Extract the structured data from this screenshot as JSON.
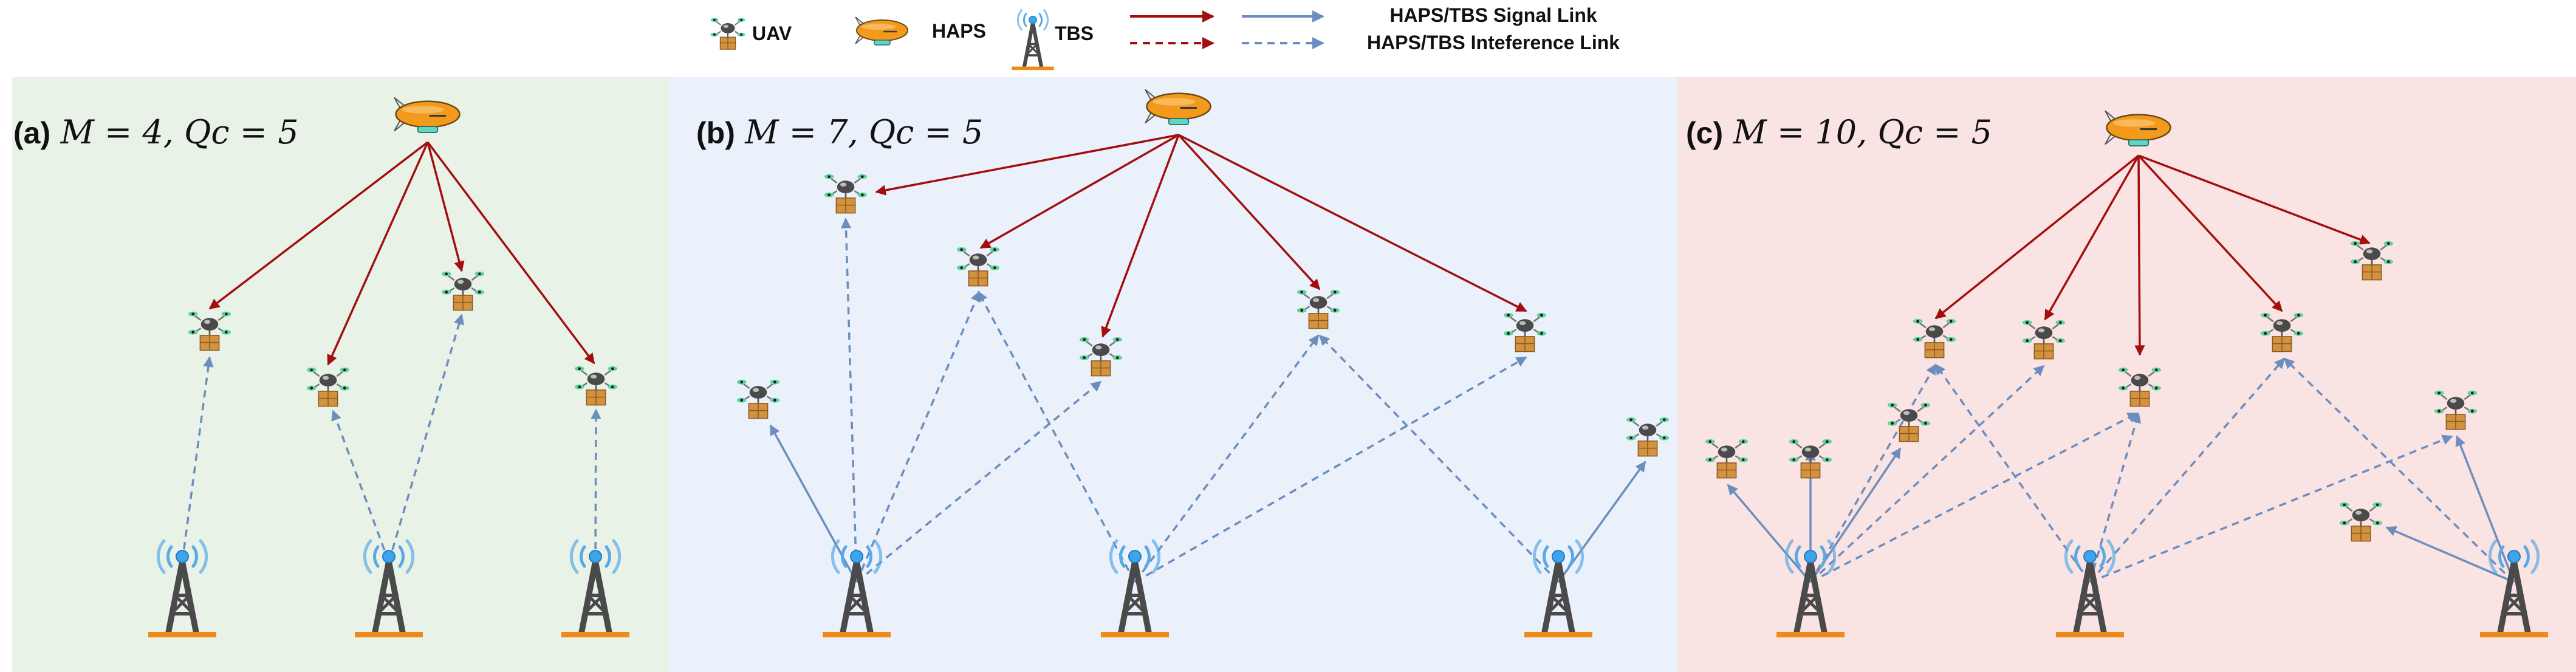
{
  "legend": {
    "uav_label": "UAV",
    "haps_label": "HAPS",
    "tbs_label": "TBS",
    "signal_link_label": "HAPS/TBS Signal Link",
    "interference_link_label": "HAPS/TBS Inteference Link"
  },
  "panels": [
    {
      "id": "(a)",
      "equation": "M = 4, Qc = 5",
      "background": "#e8f2e7"
    },
    {
      "id": "(b)",
      "equation": "M = 7, Qc = 5",
      "background": "#eaf1fb"
    },
    {
      "id": "(c)",
      "equation": "M = 10, Qc = 5",
      "background": "#f9e3e3"
    }
  ],
  "colors": {
    "haps_signal": "#a30f0f",
    "tbs_link": "#6c8ebf",
    "haps_body": "#f39a1c",
    "tbs_tower": "#4a4a4a",
    "tbs_base": "#f08a17",
    "tbs_waves": "#5aa9e6"
  },
  "icons": {
    "uav": "drone-with-package-icon",
    "haps": "airship-icon",
    "tbs": "cell-tower-icon"
  }
}
